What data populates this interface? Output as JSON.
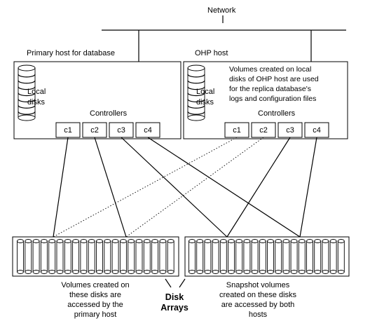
{
  "network": {
    "label": "Network"
  },
  "primary_host": {
    "label": "Primary host for database",
    "local_disks": [
      "Local",
      "disks"
    ],
    "controllers_label": "Controllers",
    "controllers": [
      "c1",
      "c2",
      "c3",
      "c4"
    ]
  },
  "ohp_host": {
    "label": "OHP host",
    "note_lines": [
      "Volumes created on local",
      "disks of OHP host are used",
      "for the replica database's",
      "logs and configuration files"
    ],
    "local_disks": [
      "Local",
      "disks"
    ],
    "controllers_label": "Controllers",
    "controllers": [
      "c1",
      "c2",
      "c3",
      "c4"
    ]
  },
  "left_array": {
    "caption_lines": [
      "Volumes created on",
      "these disks are",
      "accessed by the",
      "primary host"
    ]
  },
  "right_array": {
    "caption_lines": [
      "Snapshot volumes",
      "created on these disks",
      "are accessed by both",
      "hosts"
    ]
  },
  "disk_arrays_label": [
    "Disk",
    "Arrays"
  ]
}
